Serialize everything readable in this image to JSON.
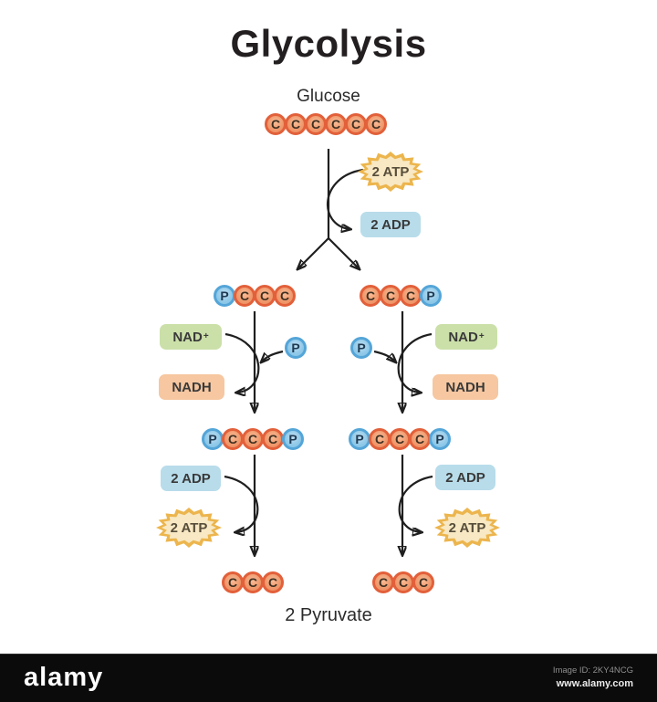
{
  "title": "Glycolysis",
  "molecules": {
    "glucose_label": "Glucose",
    "glucose_chain": [
      "C",
      "C",
      "C",
      "C",
      "C",
      "C"
    ],
    "left_chain_1": [
      "P",
      "C",
      "C",
      "C"
    ],
    "right_chain_1": [
      "C",
      "C",
      "C",
      "P"
    ],
    "left_chain_2": [
      "P",
      "C",
      "C",
      "C",
      "P"
    ],
    "right_chain_2": [
      "P",
      "C",
      "C",
      "C",
      "P"
    ],
    "left_chain_3": [
      "C",
      "C",
      "C"
    ],
    "right_chain_3": [
      "C",
      "C",
      "C"
    ],
    "pyruvate_label": "2 Pyruvate"
  },
  "labels": {
    "atp_invest": "2 ATP",
    "adp_invest": "2 ADP",
    "nad": {
      "text": "NAD",
      "sup": "+"
    },
    "nadh": "NADH",
    "phosphate": "P",
    "adp_payoff": "2 ADP",
    "atp_payoff": "2 ATP"
  },
  "colors": {
    "carbon_fill": "#f09a6e",
    "carbon_ring": "#e2603a",
    "phosphate_fill": "#92cae9",
    "phosphate_ring": "#54a5d8",
    "nad_box": "#cbe0a9",
    "nadh_box": "#f6c7a0",
    "adp_box": "#b8dcea",
    "atp_burst_outer": "#ecb54d",
    "atp_burst_inner": "#f8e8c3",
    "arrow": "#1f1f1f"
  },
  "footer": {
    "brand": "alamy",
    "image_id": "Image ID: 2KY4NCG",
    "website": "www.alamy.com"
  }
}
